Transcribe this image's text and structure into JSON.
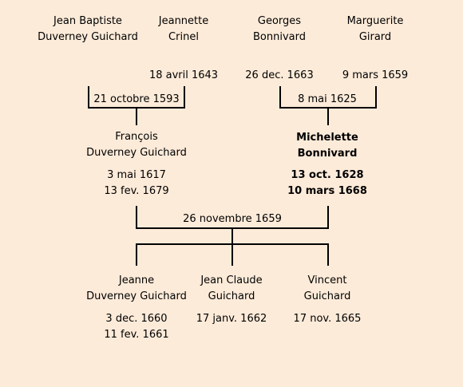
{
  "grandparents": {
    "jb": {
      "line1": "Jean Baptiste",
      "line2": "Duverney Guichard"
    },
    "jeannette": {
      "line1": "Jeannette",
      "line2": "Crinel",
      "date": "18 avril 1643"
    },
    "georges": {
      "line1": "Georges",
      "line2": "Bonnivard",
      "date": "26 dec. 1663"
    },
    "marguerite": {
      "line1": "Marguerite",
      "line2": "Girard",
      "date": "9 mars 1659"
    }
  },
  "marriages": {
    "left": "21 octobre 1593",
    "right": "8 mai 1625",
    "parents": "26 novembre 1659"
  },
  "parents": {
    "francois": {
      "line1": "François",
      "line2": "Duverney Guichard",
      "birth": "3 mai 1617",
      "death": "13 fev. 1679"
    },
    "michelette": {
      "line1": "Michelette",
      "line2": "Bonnivard",
      "birth": "13 oct. 1628",
      "death": "10 mars 1668"
    }
  },
  "children": {
    "jeanne": {
      "line1": "Jeanne",
      "line2": "Duverney Guichard",
      "birth": "3 dec. 1660",
      "death": "11 fev. 1661"
    },
    "jeanclaude": {
      "line1": "Jean Claude",
      "line2": "Guichard",
      "birth": "17 janv. 1662"
    },
    "vincent": {
      "line1": "Vincent",
      "line2": "Guichard",
      "birth": "17 nov. 1665"
    }
  }
}
